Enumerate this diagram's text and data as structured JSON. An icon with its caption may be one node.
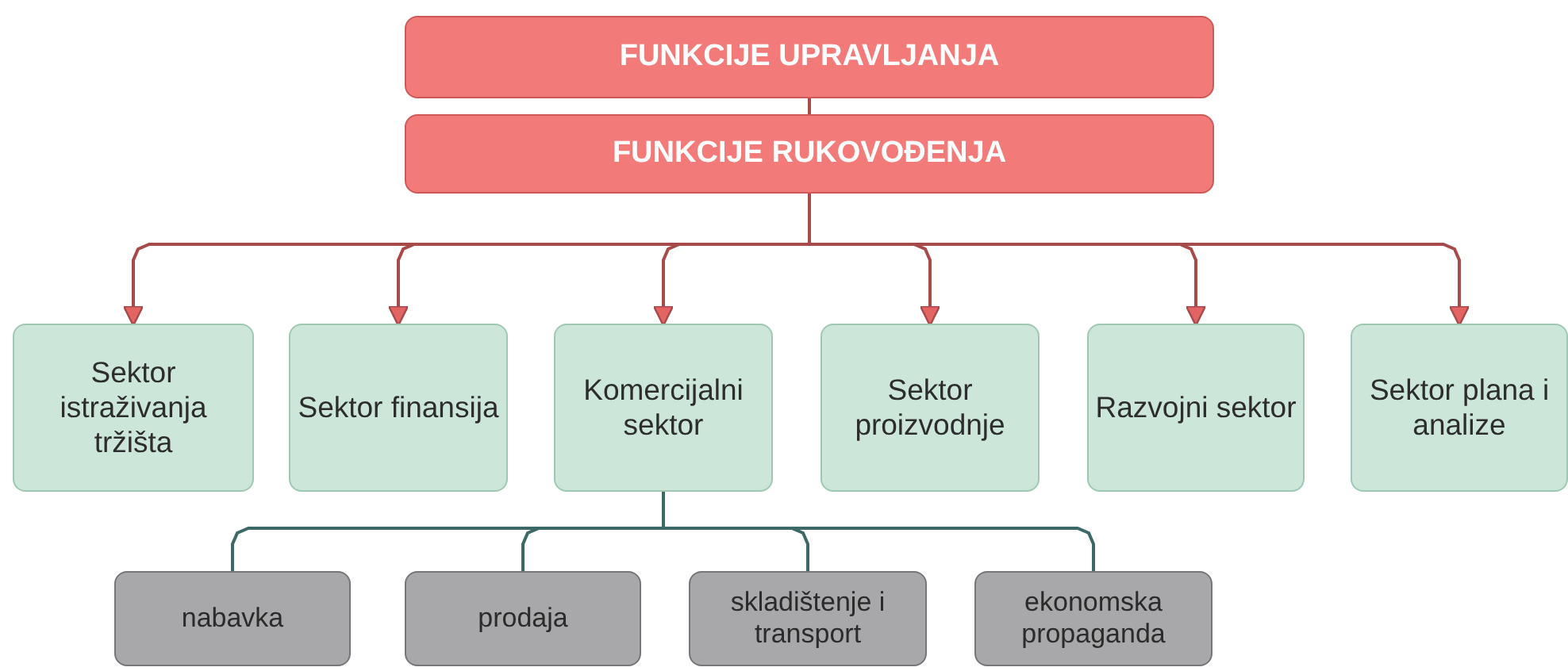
{
  "diagram": {
    "nodes": [
      {
        "text": [
          "FUNKCIJE UPRAVLJANJA"
        ]
      },
      {
        "text": [
          "FUNKCIJE RUKOVOĐENJA"
        ]
      },
      {
        "text": [
          "Sektor istraživanja tržišta"
        ]
      },
      {
        "text": [
          "Sektor finansija"
        ]
      },
      {
        "text": [
          "Komercijalni sektor"
        ]
      },
      {
        "text": [
          "Sektor proizvodnje"
        ]
      },
      {
        "text": [
          "Razvojni sektor"
        ]
      },
      {
        "text": [
          "Sektor plana i analize"
        ]
      },
      {
        "text": [
          "nabavka"
        ]
      },
      {
        "text": [
          "prodaja"
        ]
      },
      {
        "text": [
          "skladištenje i transport"
        ]
      },
      {
        "text": [
          "ekonomska propaganda"
        ]
      }
    ],
    "edges": [
      {
        "from": 0,
        "to": 1,
        "arrow": "none"
      },
      {
        "from": 1,
        "to": 2,
        "arrow": "to"
      },
      {
        "from": 1,
        "to": 3,
        "arrow": "to"
      },
      {
        "from": 1,
        "to": 4,
        "arrow": "to"
      },
      {
        "from": 1,
        "to": 5,
        "arrow": "to"
      },
      {
        "from": 1,
        "to": 6,
        "arrow": "to"
      },
      {
        "from": 1,
        "to": 7,
        "arrow": "to"
      },
      {
        "from": 4,
        "to": 8,
        "arrow": "none",
        "color": "#3d6868"
      },
      {
        "from": 4,
        "to": 9,
        "arrow": "none",
        "color": "#3d6868"
      },
      {
        "from": 4,
        "to": 10,
        "arrow": "none",
        "color": "#3d6868"
      },
      {
        "from": 4,
        "to": 11,
        "arrow": "none",
        "color": "#3d6868"
      }
    ]
  }
}
